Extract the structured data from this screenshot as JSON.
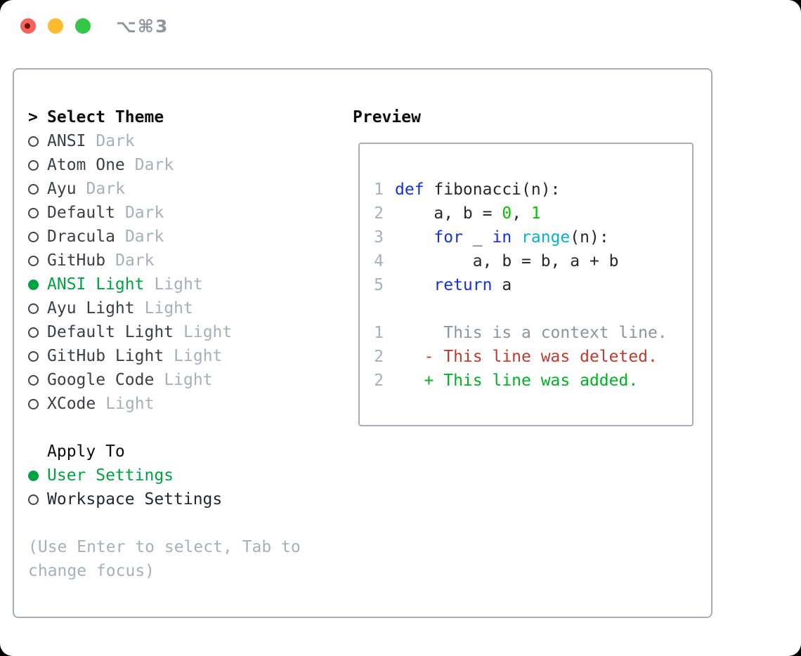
{
  "window": {
    "title": "⌥⌘3"
  },
  "titlebar": {
    "buttons": [
      "close",
      "minimize",
      "zoom"
    ]
  },
  "theme_picker": {
    "header_marker": ">",
    "header": "Select Theme",
    "items": [
      {
        "name": "ANSI",
        "variant": "Dark",
        "selected": false
      },
      {
        "name": "Atom One",
        "variant": "Dark",
        "selected": false
      },
      {
        "name": "Ayu",
        "variant": "Dark",
        "selected": false
      },
      {
        "name": "Default",
        "variant": "Dark",
        "selected": false
      },
      {
        "name": "Dracula",
        "variant": "Dark",
        "selected": false
      },
      {
        "name": "GitHub",
        "variant": "Dark",
        "selected": false
      },
      {
        "name": "ANSI Light",
        "variant": "Light",
        "selected": true
      },
      {
        "name": "Ayu Light",
        "variant": "Light",
        "selected": false
      },
      {
        "name": "Default Light",
        "variant": "Light",
        "selected": false
      },
      {
        "name": "GitHub Light",
        "variant": "Light",
        "selected": false
      },
      {
        "name": "Google Code",
        "variant": "Light",
        "selected": false
      },
      {
        "name": "XCode",
        "variant": "Light",
        "selected": false
      }
    ]
  },
  "apply_to": {
    "header": "Apply To",
    "options": [
      {
        "label": "User Settings",
        "selected": true
      },
      {
        "label": "Workspace Settings",
        "selected": false
      }
    ]
  },
  "hint": "(Use Enter to select, Tab to change focus)",
  "preview": {
    "header": "Preview",
    "lines": [
      {
        "num": "1",
        "spans": [
          {
            "t": "def",
            "c": "kw"
          },
          {
            "t": " fibonacci(n):",
            "c": "fg"
          }
        ]
      },
      {
        "num": "2",
        "spans": [
          {
            "t": "    a, b = ",
            "c": "fg"
          },
          {
            "t": "0",
            "c": "num"
          },
          {
            "t": ", ",
            "c": "fg"
          },
          {
            "t": "1",
            "c": "num"
          }
        ]
      },
      {
        "num": "3",
        "spans": [
          {
            "t": "    ",
            "c": "fg"
          },
          {
            "t": "for",
            "c": "kw"
          },
          {
            "t": " _ ",
            "c": "fg"
          },
          {
            "t": "in",
            "c": "kw"
          },
          {
            "t": " ",
            "c": "fg"
          },
          {
            "t": "range",
            "c": "bi"
          },
          {
            "t": "(n):",
            "c": "fg"
          }
        ]
      },
      {
        "num": "4",
        "spans": [
          {
            "t": "        a, b = b, a + b",
            "c": "fg"
          }
        ]
      },
      {
        "num": "5",
        "spans": [
          {
            "t": "    ",
            "c": "fg"
          },
          {
            "t": "return",
            "c": "kw"
          },
          {
            "t": " a",
            "c": "fg"
          }
        ]
      },
      {
        "num": "",
        "spans": []
      },
      {
        "num": "1",
        "spans": [
          {
            "t": "     This is a context line.",
            "c": "ctx"
          }
        ]
      },
      {
        "num": "2",
        "spans": [
          {
            "t": "   - This line was deleted.",
            "c": "del"
          }
        ]
      },
      {
        "num": "2",
        "spans": [
          {
            "t": "   + This line was added.",
            "c": "add"
          }
        ]
      }
    ]
  },
  "colors": {
    "accent_green": "#00a342",
    "keyword_blue": "#1330e8",
    "number_green": "#00c200",
    "builtin_cyan": "#00b5c8",
    "context_gray": "#8c959d",
    "deleted_red": "#c4392c",
    "added_green": "#00b224",
    "muted_gray": "#a6b0ba",
    "border_gray": "#a7aeb8",
    "titlebar_red": "#f4645d",
    "titlebar_yellow": "#fbbd2e",
    "titlebar_green": "#33c748",
    "title_gray": "#8f959c"
  }
}
